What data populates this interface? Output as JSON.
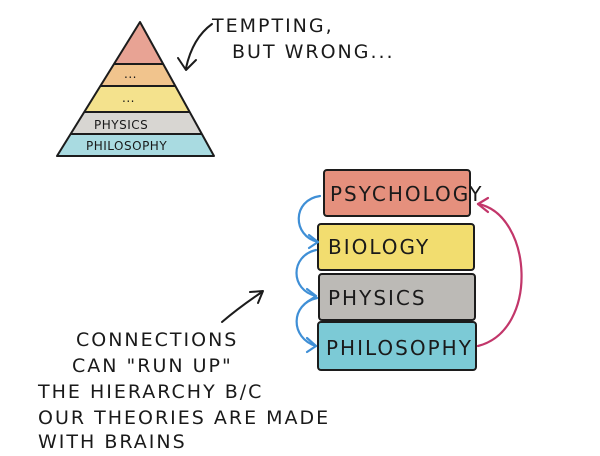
{
  "annotations": {
    "tempting_line1": "TEMPTING,",
    "tempting_line2": "BUT WRONG...",
    "connections_line1": "CONNECTIONS",
    "connections_line2": "CAN \"RUN UP\"",
    "connections_line3": "THE HIERARCHY B/C",
    "connections_line4": "OUR THEORIES ARE MADE",
    "connections_line5": "WITH BRAINS"
  },
  "pyramid": {
    "layers": [
      {
        "label": "",
        "color": "#e8a394"
      },
      {
        "label": "...",
        "color": "#f1c48d"
      },
      {
        "label": "...",
        "color": "#f4e28d"
      },
      {
        "label": "PHYSICS",
        "color": "#d8d6d2"
      },
      {
        "label": "PHILOSOPHY",
        "color": "#a9dbe1"
      }
    ]
  },
  "stack": {
    "blocks": [
      {
        "label": "PSYCHOLOGY",
        "color": "#e5907d"
      },
      {
        "label": "BIOLOGY",
        "color": "#f2dd6f"
      },
      {
        "label": "PHYSICS",
        "color": "#bcbab6"
      },
      {
        "label": "PHILOSOPHY",
        "color": "#7ccad6"
      }
    ],
    "connector_color": "#3f8fd6",
    "return_arrow_color": "#c2366a"
  }
}
